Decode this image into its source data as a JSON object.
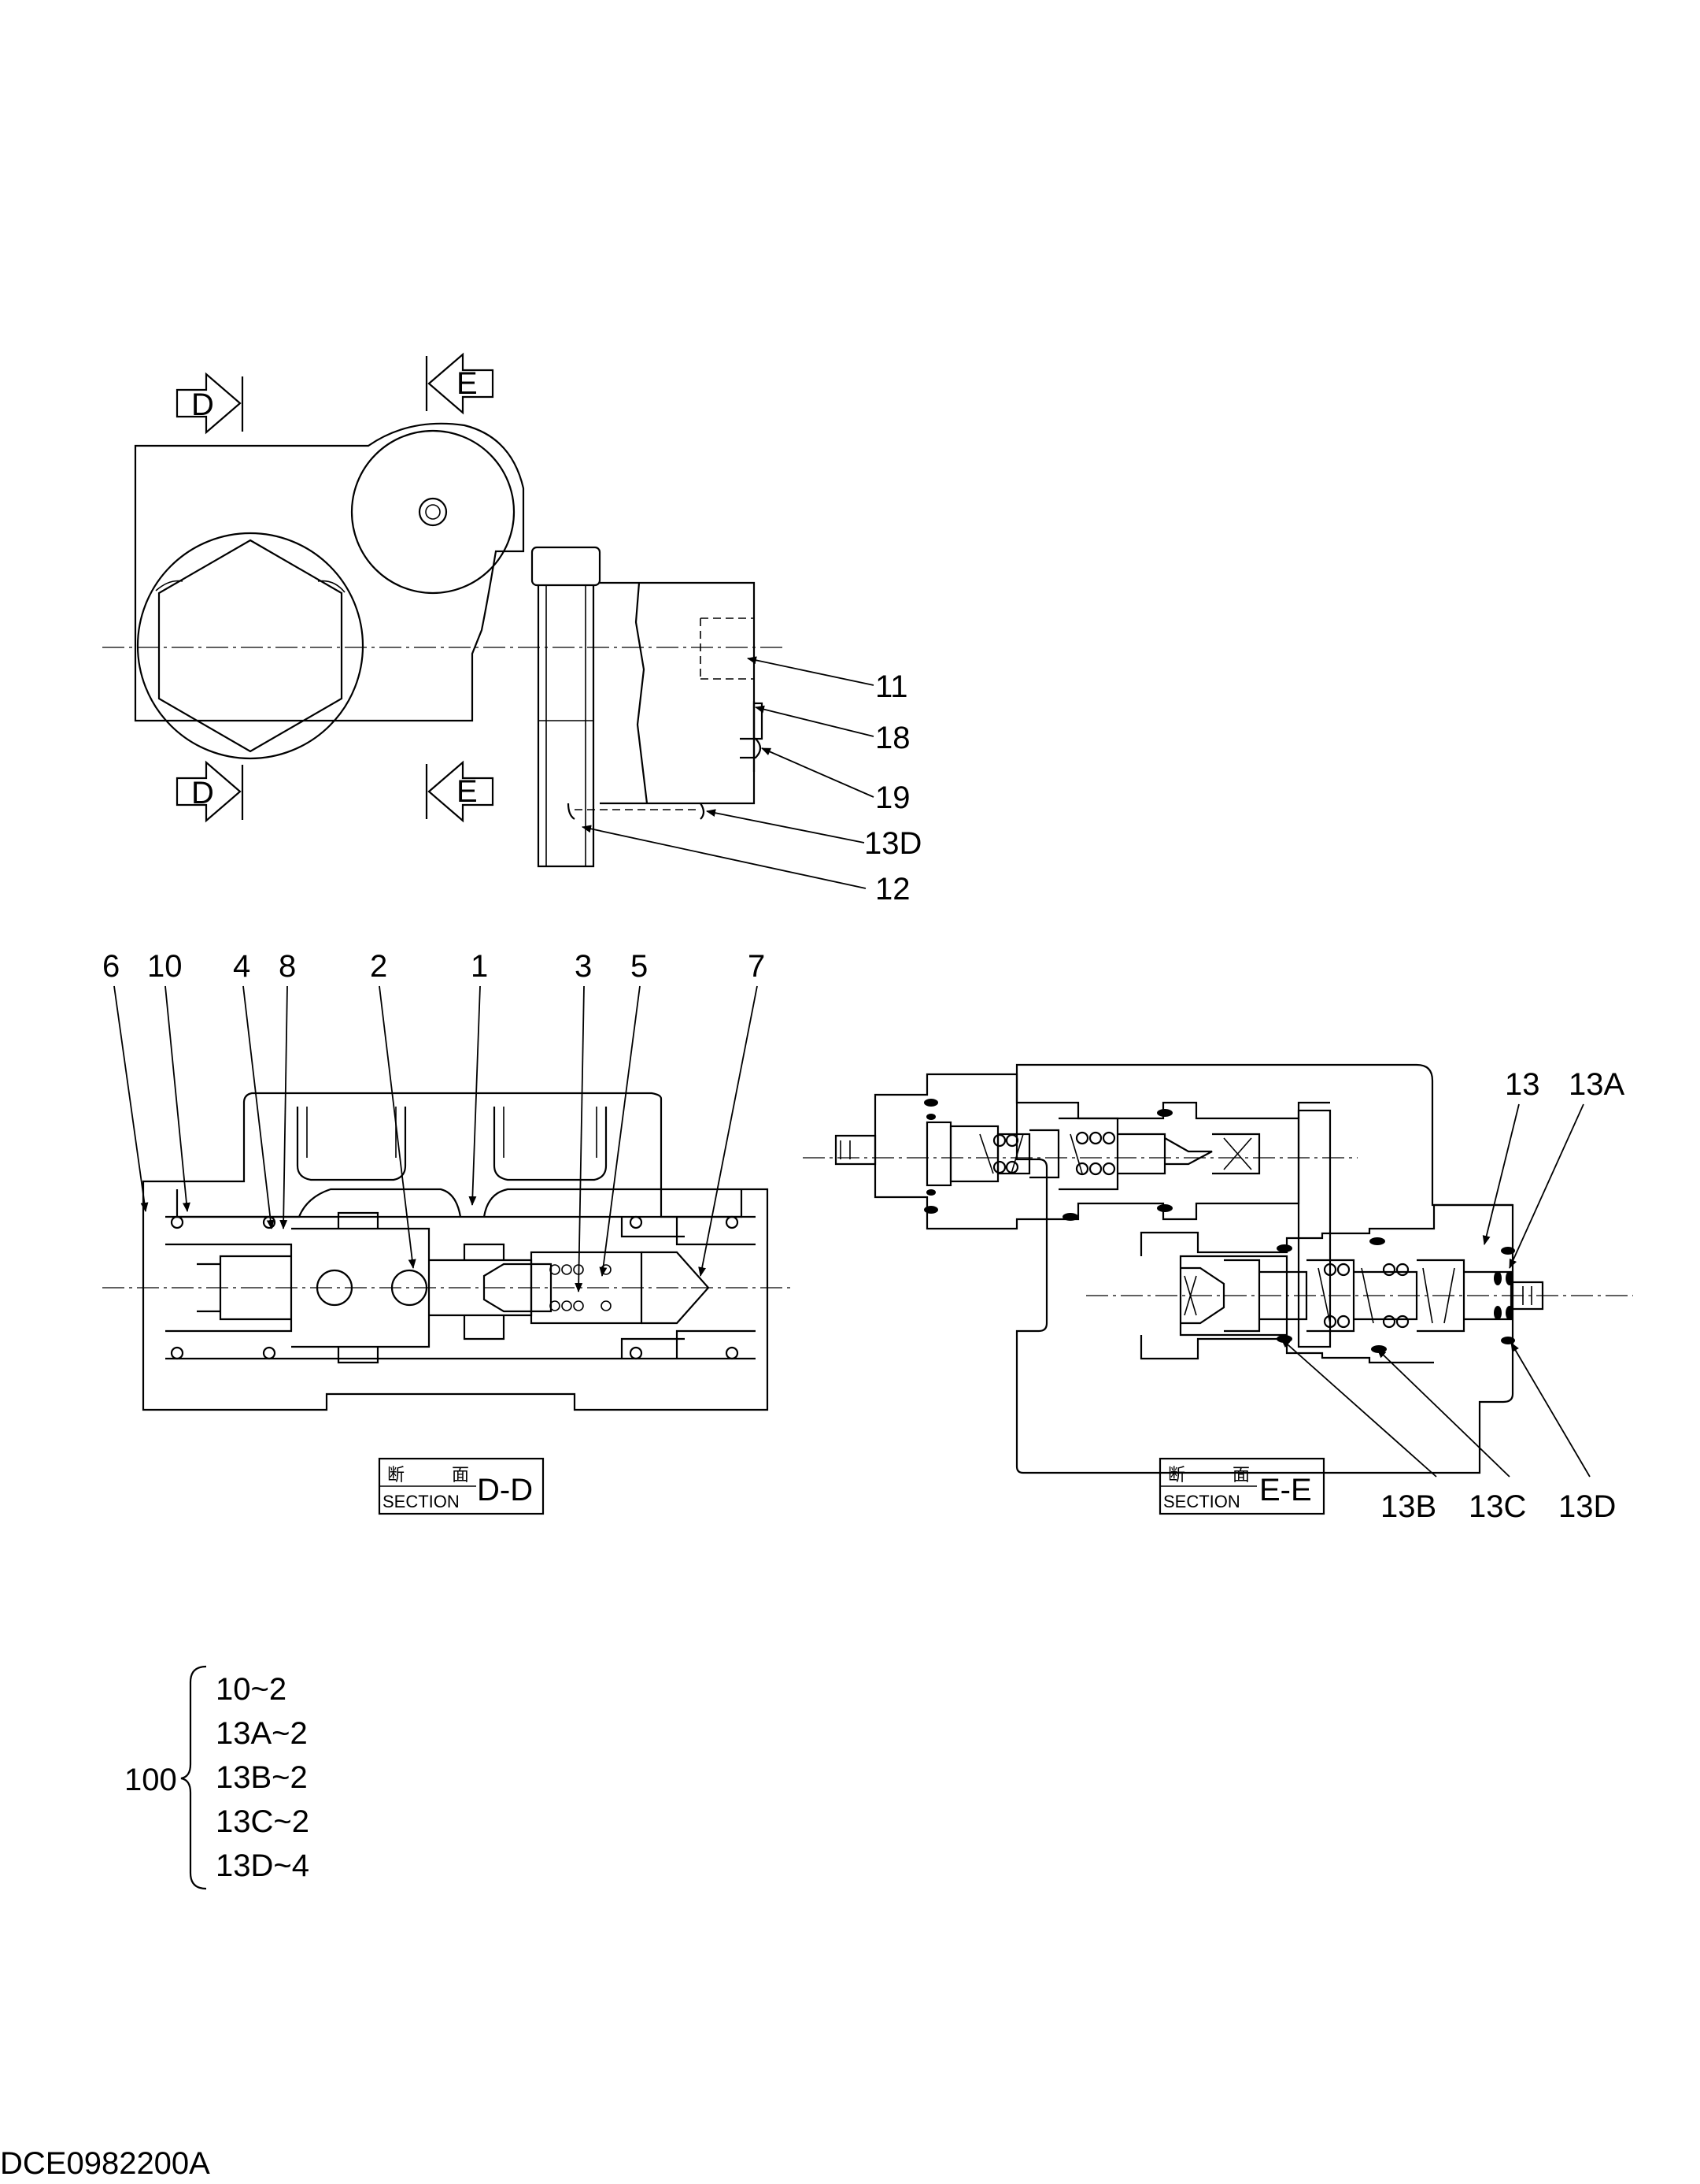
{
  "drawing_id": "DCE0982200A",
  "view_markers": {
    "section_d": "D",
    "section_e": "E"
  },
  "top_view_callouts": [
    "11",
    "18",
    "19",
    "13D",
    "12"
  ],
  "section_dd": {
    "kanji_1": "断",
    "kanji_2": "面",
    "section_word": "SECTION",
    "title": "D-D",
    "callouts": [
      "6",
      "10",
      "4",
      "8",
      "2",
      "1",
      "3",
      "5",
      "7"
    ]
  },
  "section_ee": {
    "kanji_1": "断",
    "kanji_2": "面",
    "section_word": "SECTION",
    "title": "E-E",
    "callouts_top": [
      "13",
      "13A"
    ],
    "callouts_bottom": [
      "13B",
      "13C",
      "13D"
    ]
  },
  "kit": {
    "number": "100",
    "items": [
      "10~2",
      "13A~2",
      "13B~2",
      "13C~2",
      "13D~4"
    ]
  }
}
